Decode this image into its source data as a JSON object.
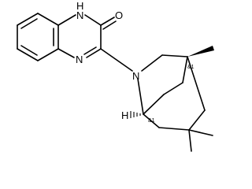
{
  "atoms": {
    "nh_label": "H",
    "nh_n": "N",
    "carbonyl_o": "O",
    "imine_n": "N",
    "amine_n": "N",
    "bridgehead_h": "H"
  },
  "stereo_labels": {
    "upper": "&1",
    "lower": "&1"
  }
}
